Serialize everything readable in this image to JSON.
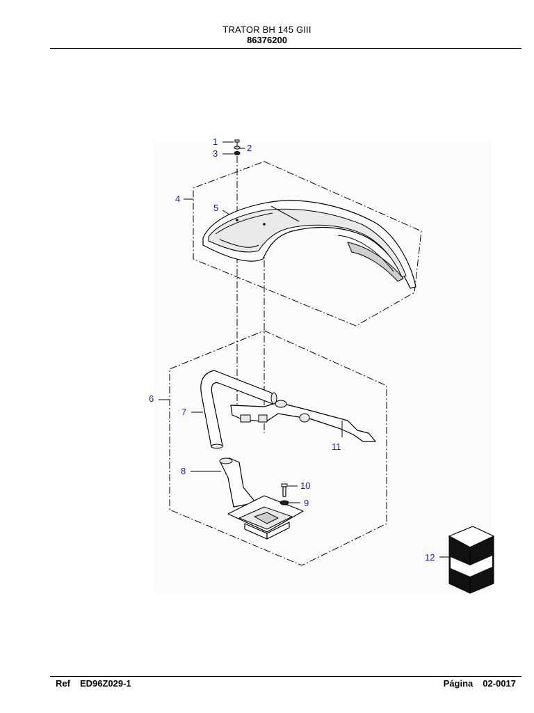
{
  "header": {
    "title": "TRATOR BH 145 GIII",
    "code": "86376200"
  },
  "callouts": {
    "c1": "1",
    "c2": "2",
    "c3": "3",
    "c4": "4",
    "c5": "5",
    "c6": "6",
    "c7": "7",
    "c8": "8",
    "c9": "9",
    "c10": "10",
    "c11": "11",
    "c12": "12"
  },
  "footer": {
    "ref_label": "Ref",
    "ref_value": "ED96Z029-1",
    "page_label": "Página",
    "page_value": "02-0017"
  },
  "colors": {
    "callout": "#1a1acc",
    "line": "#000000"
  }
}
